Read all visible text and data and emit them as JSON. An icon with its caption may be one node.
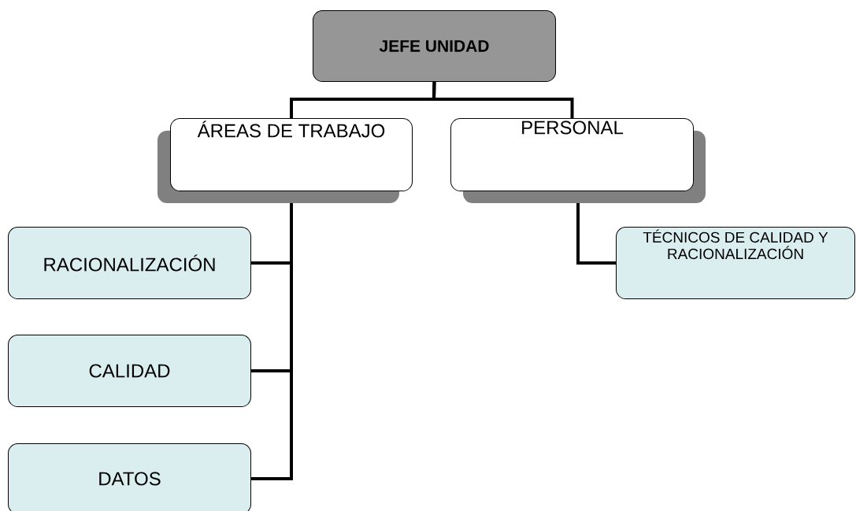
{
  "diagram": {
    "nodes": [
      {
        "text": [
          "JEFE UNIDAD"
        ]
      },
      {
        "text": [
          "ÁREAS DE TRABAJO"
        ]
      },
      {
        "text": [
          "PERSONAL"
        ]
      },
      {
        "text": [
          "RACIONALIZACIÓN"
        ]
      },
      {
        "text": [
          "CALIDAD"
        ]
      },
      {
        "text": [
          "DATOS"
        ]
      },
      {
        "text": [
          "TÉCNICOS DE CALIDAD Y RACIONALIZACIÓN"
        ]
      }
    ],
    "edges": [
      {
        "from": 0,
        "to": 1,
        "arrow": "none"
      },
      {
        "from": 0,
        "to": 2,
        "arrow": "none"
      },
      {
        "from": 1,
        "to": 3,
        "arrow": "none"
      },
      {
        "from": 1,
        "to": 4,
        "arrow": "none"
      },
      {
        "from": 1,
        "to": 5,
        "arrow": "none"
      },
      {
        "from": 2,
        "to": 6,
        "arrow": "none"
      }
    ]
  }
}
